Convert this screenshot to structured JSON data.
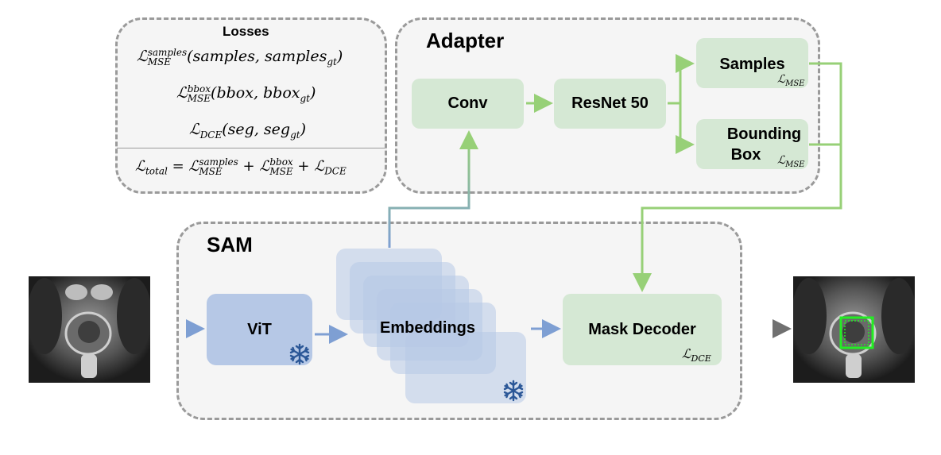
{
  "losses": {
    "title": "Losses",
    "samples_loss": {
      "symbol": "ℒ",
      "sup": "samples",
      "sub": "MSE",
      "args": "(samples, samples",
      "args_sub": "gt",
      "close": ")"
    },
    "bbox_loss": {
      "symbol": "ℒ",
      "sup": "bbox",
      "sub": "MSE",
      "args": "(bbox, bbox",
      "args_sub": "gt",
      "close": ")"
    },
    "dce_loss": {
      "symbol": "ℒ",
      "sub": "DCE",
      "args": "(seg, seg",
      "args_sub": "gt",
      "close": ")"
    },
    "total": {
      "lhs_sub": "total",
      "eq": " = ",
      "t1_sup": "samples",
      "t1_sub": "MSE",
      "plus": " + ",
      "t2_sup": "bbox",
      "t2_sub": "MSE",
      "t3_sub": "DCE"
    }
  },
  "adapter": {
    "title": "Adapter",
    "conv": "Conv",
    "resnet": "ResNet 50",
    "samples": "Samples",
    "samples_loss_sub": "MSE",
    "bbox_line1": "Bounding",
    "bbox_line2": "Box",
    "bbox_loss_sub": "MSE"
  },
  "sam": {
    "title": "SAM",
    "vit": "ViT",
    "embeddings": "Embeddings",
    "mask_decoder": "Mask Decoder",
    "mask_decoder_loss_sub": "DCE"
  },
  "colors": {
    "green_box": "#d5e8d4",
    "green_arrow": "#97d077",
    "blue_box": "#b6c8e6",
    "blue_arrow": "#7e9fd3",
    "gray_arrow": "#707070",
    "snowflake": "#2b5797",
    "bbox_overlay": "#22ee22"
  },
  "icons": {
    "snowflake": "snowflake-icon",
    "input_image": "mri-input-image",
    "output_image": "mri-output-image"
  }
}
